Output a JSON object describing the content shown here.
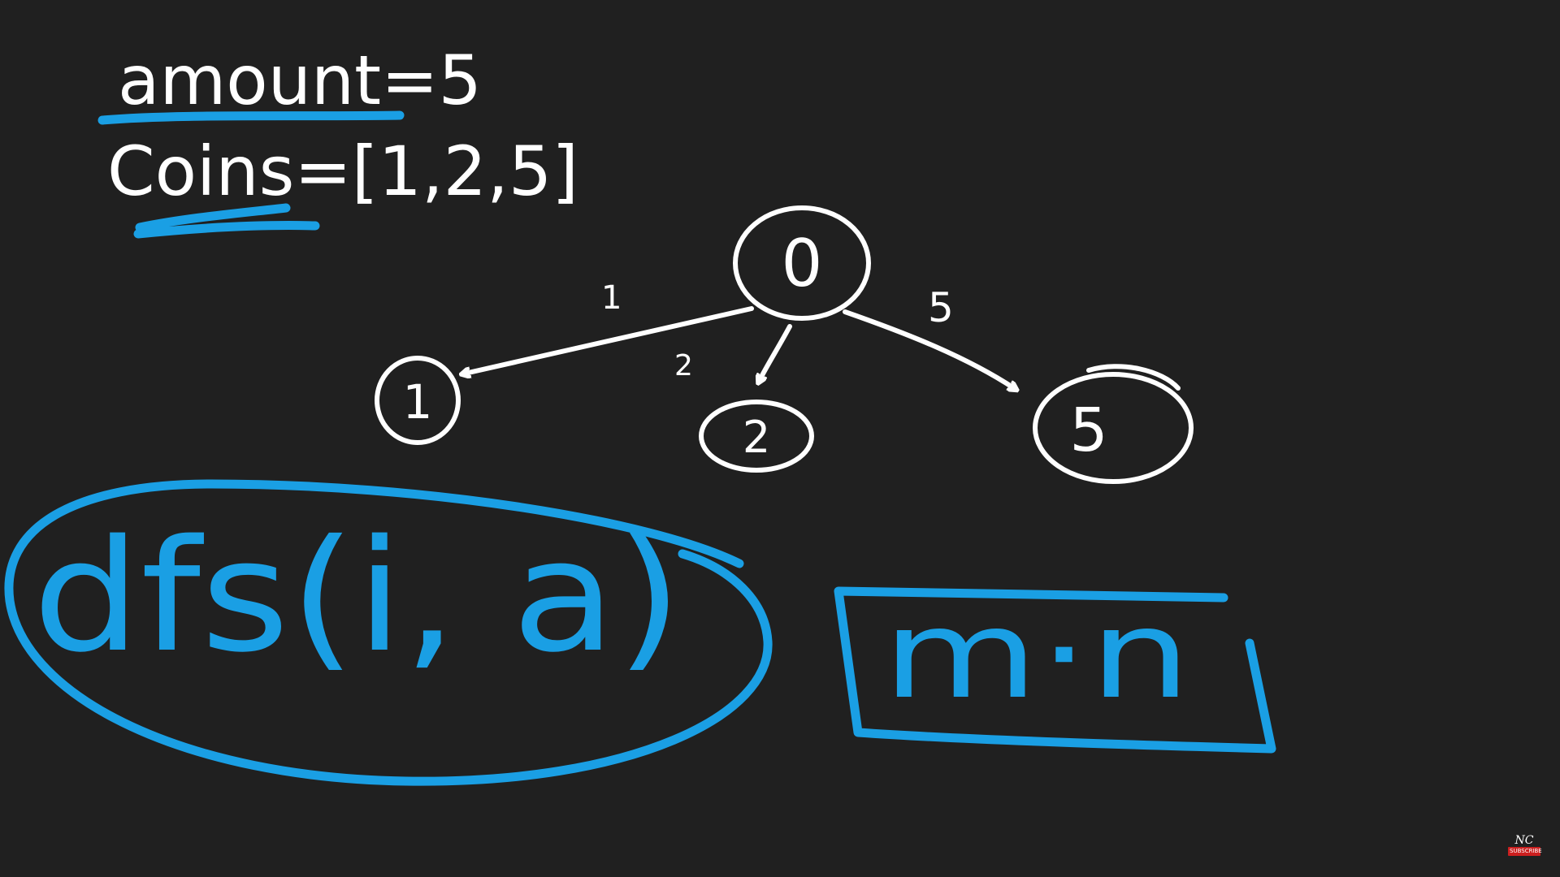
{
  "notes": {
    "amount_line": "amount=5",
    "coins_line": "Coins=[1,2,5]"
  },
  "tree": {
    "root": "0",
    "children": [
      {
        "node": "1",
        "edge": "1"
      },
      {
        "node": "2",
        "edge": "2"
      },
      {
        "node": "5",
        "edge": "5"
      }
    ]
  },
  "function_call": "dfs(i, a)",
  "complexity": "m·n",
  "watermark": {
    "logo": "NC",
    "button": "SUBSCRIBE"
  },
  "colors": {
    "background": "#202020",
    "ink": "#ffffff",
    "highlight": "#1a9fe4",
    "subscribe": "#cc1f1f"
  }
}
